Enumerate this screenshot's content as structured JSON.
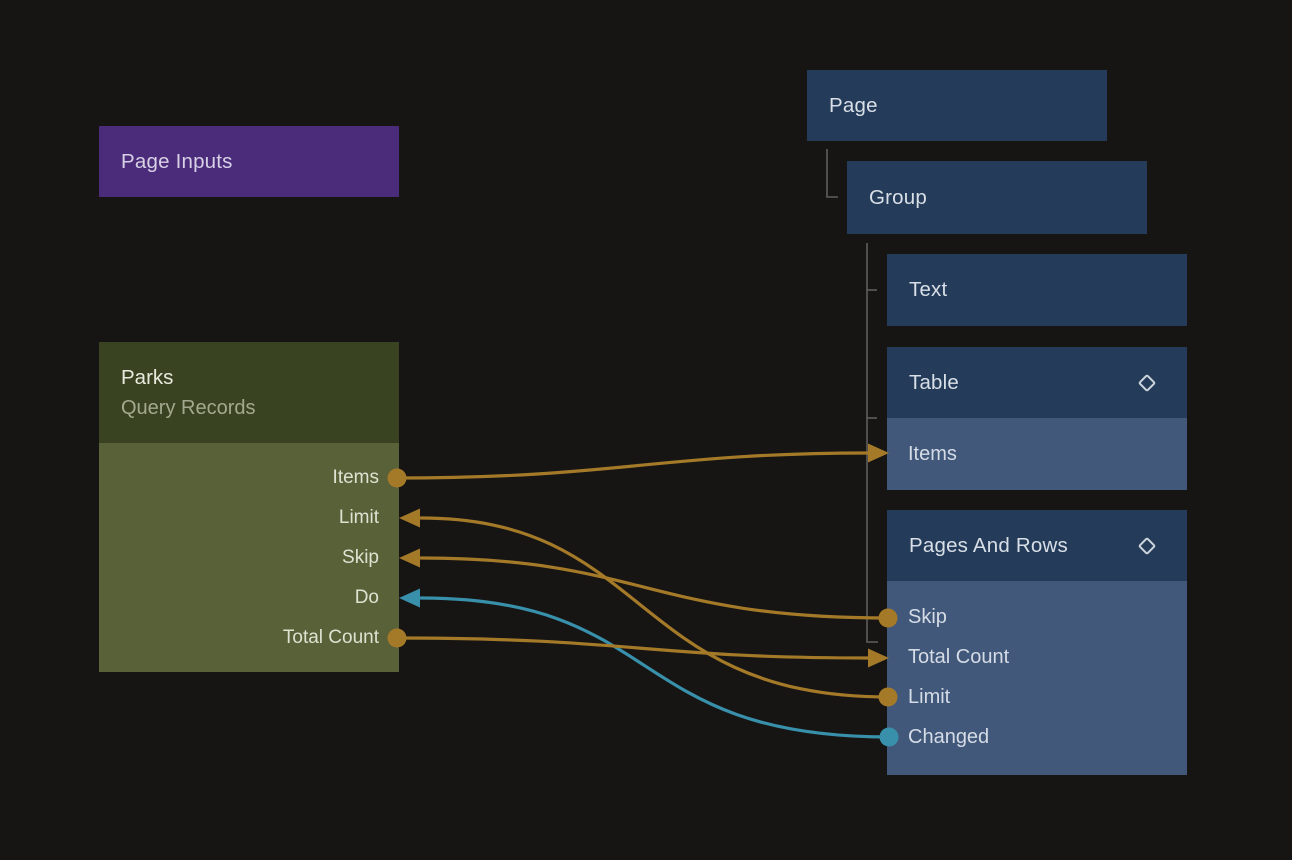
{
  "colors": {
    "background": "#161514",
    "node_navy": "#243c59",
    "node_navy_light": "#41587a",
    "node_purple": "#4b2c7b",
    "node_olive_header": "#3a4321",
    "node_olive_body": "#596139",
    "edge_gold": "#a47a28",
    "edge_teal": "#3890aa",
    "tree_line": "#5e5e5e",
    "icon_stroke": "#cdd4dd",
    "text_primary": "#d9dfe7",
    "text_subtitle": "#a2a98f"
  },
  "nodes": {
    "page_inputs": {
      "title": "Page Inputs"
    },
    "parks": {
      "title": "Parks",
      "subtitle": "Query Records",
      "ports": [
        {
          "label": "Items",
          "direction": "output"
        },
        {
          "label": "Limit",
          "direction": "input"
        },
        {
          "label": "Skip",
          "direction": "input"
        },
        {
          "label": "Do",
          "direction": "input"
        },
        {
          "label": "Total Count",
          "direction": "output"
        }
      ]
    },
    "page": {
      "title": "Page"
    },
    "group": {
      "title": "Group"
    },
    "text": {
      "title": "Text"
    },
    "table": {
      "title": "Table",
      "icon": "diamond-icon",
      "rows": [
        {
          "label": "Items",
          "direction": "input"
        }
      ]
    },
    "pages_and_rows": {
      "title": "Pages And Rows",
      "icon": "diamond-icon",
      "rows": [
        {
          "label": "Skip",
          "direction": "output"
        },
        {
          "label": "Total Count",
          "direction": "input"
        },
        {
          "label": "Limit",
          "direction": "output"
        },
        {
          "label": "Changed",
          "direction": "output"
        }
      ]
    }
  },
  "edges": [
    {
      "from": "Parks.Items",
      "to": "Table.Items",
      "color": "gold"
    },
    {
      "from": "Pages And Rows.Skip",
      "to": "Parks.Skip",
      "color": "gold"
    },
    {
      "from": "Pages And Rows.Limit",
      "to": "Parks.Limit",
      "color": "gold"
    },
    {
      "from": "Pages And Rows.Changed",
      "to": "Parks.Do",
      "color": "teal"
    },
    {
      "from": "Parks.Total Count",
      "to": "Pages And Rows.Total Count",
      "color": "gold"
    }
  ],
  "tree": {
    "root": "Page",
    "children_of_page": [
      "Group"
    ],
    "children_of_group": [
      "Text",
      "Table",
      "Pages And Rows"
    ]
  }
}
